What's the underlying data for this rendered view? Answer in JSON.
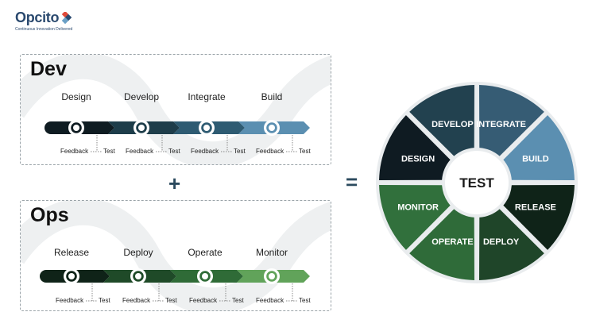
{
  "logo": {
    "name": "Opcito",
    "tagline": "Continuous Innovation Delivered"
  },
  "dev": {
    "title": "Dev",
    "stages": [
      "Design",
      "Develop",
      "Integrate",
      "Build"
    ],
    "feedback_label": "Feedback",
    "test_label": "Test"
  },
  "ops": {
    "title": "Ops",
    "stages": [
      "Release",
      "Deploy",
      "Operate",
      "Monitor"
    ],
    "feedback_label": "Feedback",
    "test_label": "Test"
  },
  "operators": {
    "plus": "+",
    "equals": "="
  },
  "wheel": {
    "center": "TEST",
    "segments": [
      {
        "label": "INTEGRATE",
        "color": "#365c74"
      },
      {
        "label": "BUILD",
        "color": "#5b8fb1"
      },
      {
        "label": "RELEASE",
        "color": "#0f2318"
      },
      {
        "label": "DEPLOY",
        "color": "#1f4529"
      },
      {
        "label": "OPERATE",
        "color": "#2f6b39"
      },
      {
        "label": "MONITOR",
        "color": "#31703c"
      },
      {
        "label": "DESIGN",
        "color": "#0f1b22"
      },
      {
        "label": "DEVELOP",
        "color": "#22414f"
      }
    ]
  },
  "colors": {
    "dev_track": [
      "#0f1c22",
      "#1e3d4a",
      "#2e5b72",
      "#5b8fb1"
    ],
    "ops_track": [
      "#0f2318",
      "#1f4a28",
      "#2f6b37",
      "#61a35a"
    ]
  }
}
